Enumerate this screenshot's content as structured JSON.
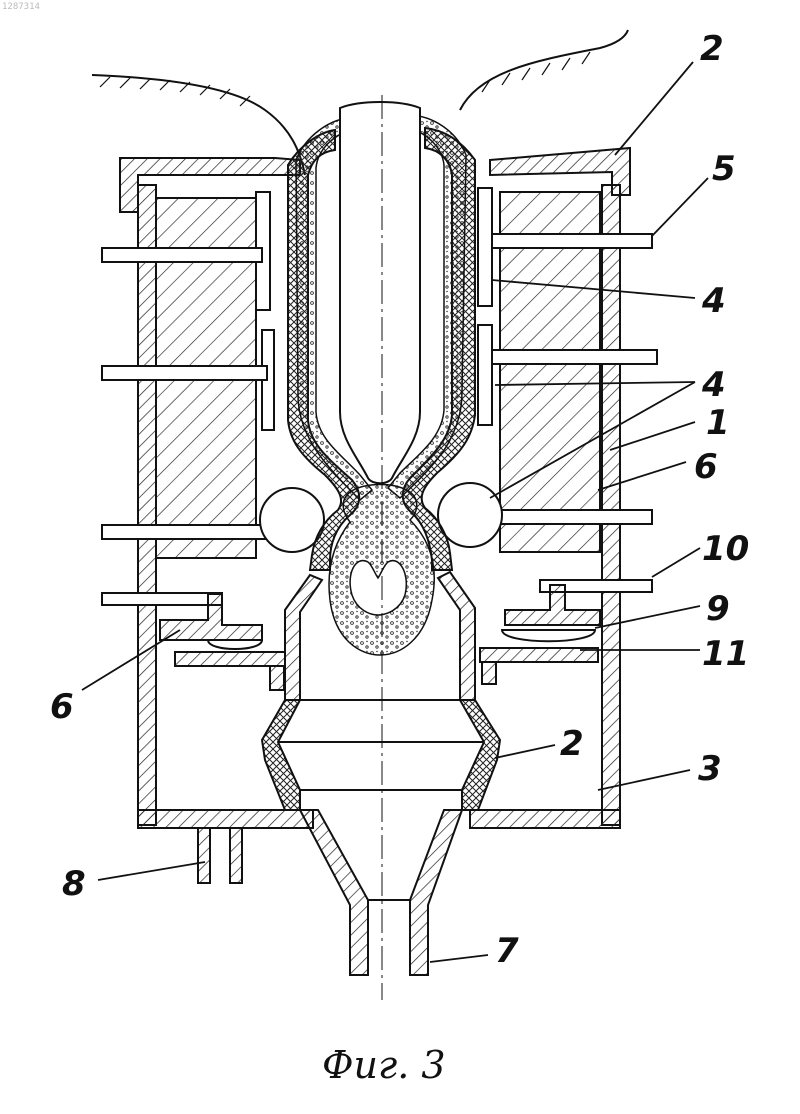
{
  "document_id": "1287314",
  "caption": "Фиг. 3",
  "callouts": [
    "2",
    "5",
    "4",
    "4",
    "1",
    "6",
    "10",
    "9",
    "11",
    "6",
    "2",
    "3",
    "8",
    "7"
  ],
  "colors": {
    "ink": "#111111",
    "paper": "#ffffff",
    "hatch": "#222222"
  }
}
